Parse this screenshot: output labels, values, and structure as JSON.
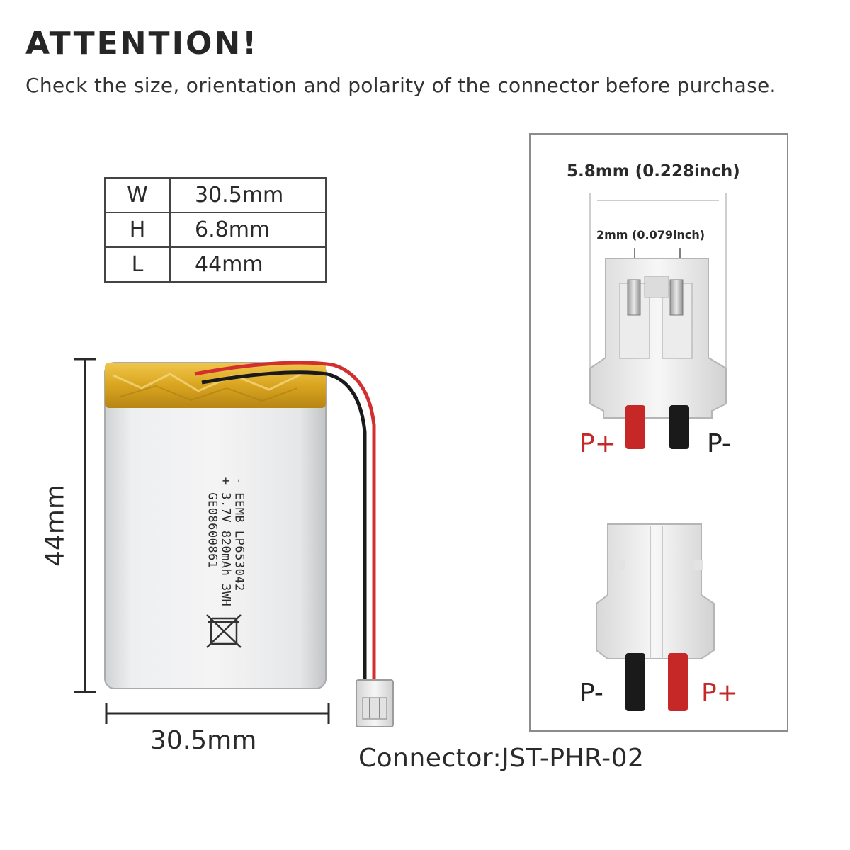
{
  "header": {
    "title": "ATTENTION!",
    "subtitle": "Check the size, orientation and polarity of the connector before purchase."
  },
  "dimension_table": {
    "rows": [
      {
        "key": "W",
        "value": "30.5mm"
      },
      {
        "key": "H",
        "value": "6.8mm"
      },
      {
        "key": "L",
        "value": "44mm"
      }
    ]
  },
  "battery": {
    "height_label": "44mm",
    "width_label": "30.5mm",
    "label_lines": [
      "- EEMB LP653042",
      "+ 3.7V 820mAh 3WH",
      "  GE08600861"
    ]
  },
  "connector": {
    "caption": "Connector:JST-PHR-02",
    "width_label": "5.8mm (0.228inch)",
    "pitch_label": "2mm (0.079inch)",
    "top_view": {
      "left": "P+",
      "right": "P-"
    },
    "bottom_view": {
      "left": "P-",
      "right": "P+"
    }
  },
  "colors": {
    "positive": "#c62828",
    "negative": "#1a1a1a",
    "tape": "#d9a520"
  }
}
